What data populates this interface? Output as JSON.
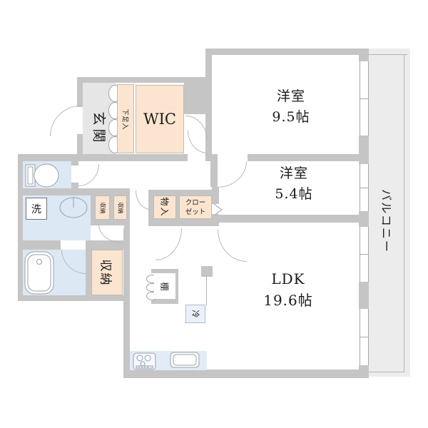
{
  "rooms": {
    "bedroom1": {
      "name": "洋室",
      "size": "9.5帖"
    },
    "bedroom2": {
      "name": "洋室",
      "size": "5.4帖"
    },
    "ldk": {
      "name": "LDK",
      "size": "19.6帖"
    },
    "balcony": {
      "name": "バルコニー"
    },
    "genkan": {
      "name": "玄関"
    },
    "shoe_cupboard": {
      "name": "下足入"
    },
    "wic": {
      "name": "WIC"
    },
    "storage_large": {
      "name": "収納"
    },
    "storage_small_left": {
      "name": "収納"
    },
    "storage_small_right": {
      "name": "収納"
    },
    "mono_ire": {
      "name": "物入"
    },
    "closet": {
      "name": "クローゼット"
    },
    "shelf": {
      "name": "棚"
    },
    "refrigerator": {
      "name": "冷"
    },
    "washing_machine": {
      "name": "洗"
    }
  },
  "colors": {
    "wall": "#c5c5c5",
    "storage_peach": "#fbe5d0",
    "wet_area_blue": "#dce8f4",
    "genkan_floor": "#e6e6e6",
    "balcony_gray": "#ececec",
    "kitchen_counter": "#e2ecf7",
    "fridge_blue": "#eaf1fa",
    "fixture_line": "#98a0aa"
  }
}
